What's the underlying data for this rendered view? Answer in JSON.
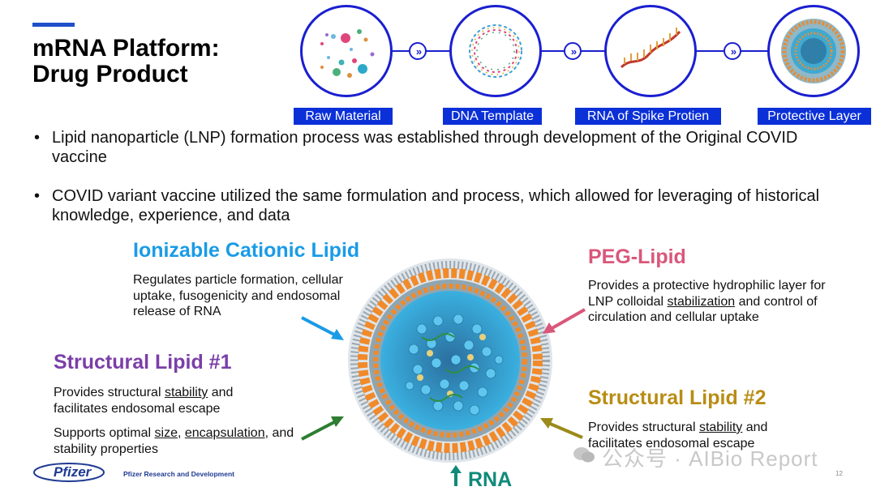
{
  "title_line1": "mRNA Platform:",
  "title_line2": "Drug Product",
  "process": {
    "steps": [
      {
        "label": "Raw Material"
      },
      {
        "label": "DNA Template"
      },
      {
        "label": "RNA of Spike Protien"
      },
      {
        "label": "Protective Layer"
      }
    ]
  },
  "bullets": [
    {
      "marker": "•",
      "text": "Lipid nanoparticle (LNP) formation process was established through development of the Original COVID vaccine"
    },
    {
      "marker": "•",
      "text": "COVID variant vaccine utilized the same formulation and process, which allowed for leveraging of historical knowledge, experience, and data"
    }
  ],
  "lipids": {
    "ionizable": {
      "heading": "Ionizable Cationic Lipid",
      "desc": "Regulates particle formation, cellular uptake, fusogenicity and endosomal release of RNA",
      "color": "#1a9be6"
    },
    "structural1": {
      "heading": "Structural Lipid #1",
      "desc1_pre": "Provides structural ",
      "desc1_u": "stability",
      "desc1_post": " and facilitates endosomal escape",
      "desc2_pre": "Supports optimal ",
      "desc2_u1": "size",
      "desc2_mid": ", ",
      "desc2_u2": "encapsulation",
      "desc2_post": ", and stability properties",
      "color": "#7b3fa8"
    },
    "peg": {
      "heading": "PEG-Lipid",
      "desc_pre": "Provides a protective hydrophilic layer for LNP colloidal ",
      "desc_u": "stabilization",
      "desc_post": " and control of circulation and cellular uptake",
      "color": "#d9577a"
    },
    "structural2": {
      "heading": "Structural Lipid #2",
      "desc_pre": "Provides structural ",
      "desc_u": "stability",
      "desc_post": " and facilitates endosomal escape",
      "color": "#b88d15"
    }
  },
  "rna_label": "RNA",
  "footer": {
    "logo_text": "Pfizer",
    "subtitle": "Pfizer Research and Development",
    "page_number": "12"
  },
  "watermark": {
    "text": "公众号 · AIBio Report"
  },
  "colors": {
    "accent_blue": "#1a1fd0",
    "label_blue": "#0b30d8",
    "arrow_blue": "#1a9be6",
    "arrow_pink": "#d9577a",
    "arrow_green": "#2e7d32",
    "arrow_gold": "#9c8a1a",
    "rna_teal": "#0f8a7a"
  }
}
